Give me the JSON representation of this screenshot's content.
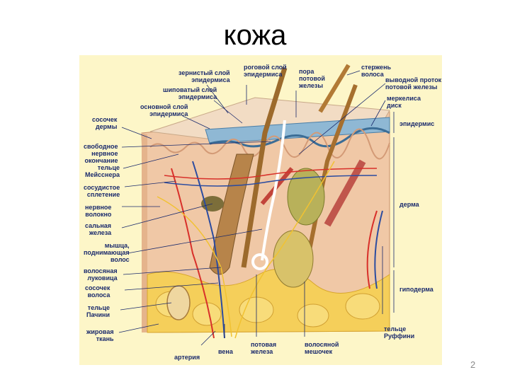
{
  "slide": {
    "title": "кожа",
    "page_number": "2"
  },
  "labels": {
    "zernisty": "зернистый слой\nэпидермиса",
    "rogovoy": "роговой слой\nэпидермиса",
    "pora": "пора\nпотовой\nжелезы",
    "sterzhen": "стержень\nволоса",
    "vyvodnoy": "выводной проток\nпотовой железы",
    "shipovaty": "шиповатый слой\nэпидермиса",
    "merkel": "меркелиса\nдиск",
    "osnovnoy": "основной слой\nэпидермиса",
    "sosochek_dermy": "сосочек\nдермы",
    "epidermis": "эпидермис",
    "svobodnoe": "свободное\nнервное\nокончание",
    "meissner": "тельце\nМейсснера",
    "sosudistoe": "сосудистое\nсплетение",
    "nervnoe": "нервное\nволокно",
    "derma": "дерма",
    "salnaya": "сальная\nжелеза",
    "myshtsa": "мышца,\nподнимающая\nволос",
    "lukovitsa": "волосяная\nлуковица",
    "sosochek_volosa": "сосочек\nволоса",
    "gipoderma": "гиподерма",
    "pachini": "тельце\nПачини",
    "zhirovaya": "жировая\nткань",
    "ruffini": "тельце\nРуффини",
    "arteriya": "артерия",
    "vena": "вена",
    "potovaya": "потовая\nжелеза",
    "meshochek": "волосяной\nмешочек"
  }
}
